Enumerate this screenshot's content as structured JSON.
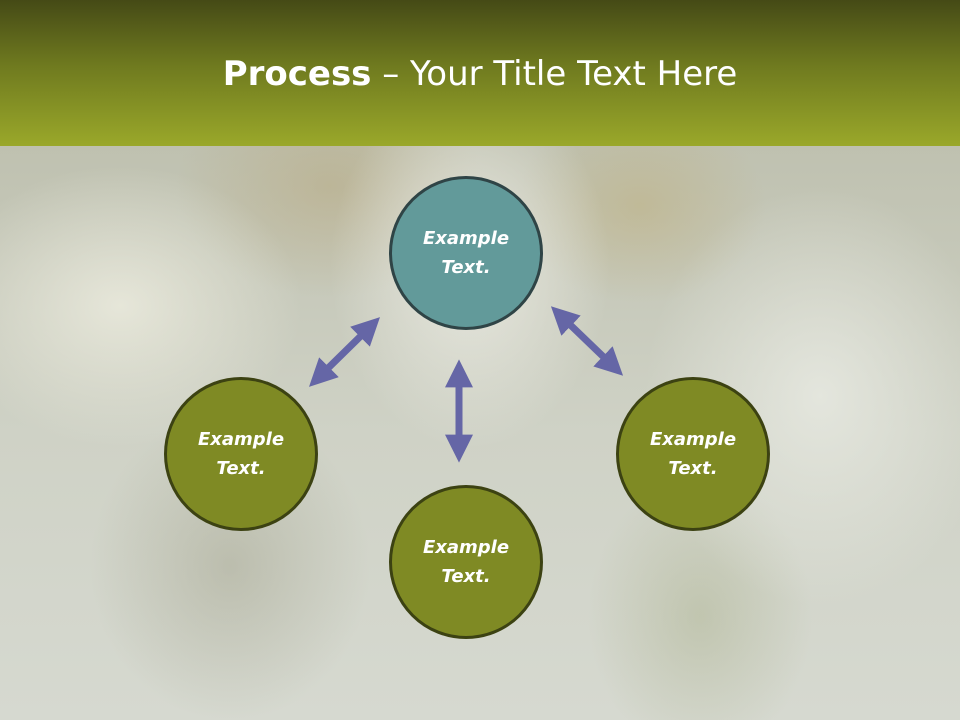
{
  "header": {
    "title_bold": "Process",
    "title_rest": " – Your Title Text Here"
  },
  "diagram": {
    "nodes": [
      {
        "id": "top",
        "label": "Example\nText."
      },
      {
        "id": "left",
        "label": "Example\nText."
      },
      {
        "id": "right",
        "label": "Example\nText."
      },
      {
        "id": "bottom",
        "label": "Example\nText."
      }
    ]
  },
  "colors": {
    "header_dark": "#454a16",
    "header_light": "#9aa82a",
    "node_top": "#629a9a",
    "node_olive": "#7f8a24",
    "arrow": "#6566a6"
  }
}
